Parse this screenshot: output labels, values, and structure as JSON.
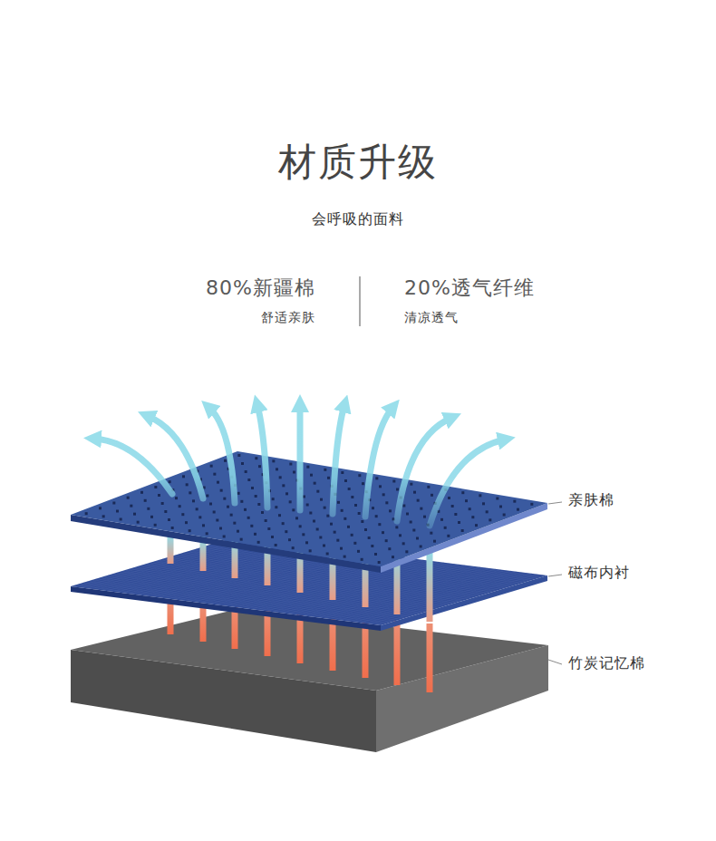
{
  "diagram": {
    "title": "材质升级",
    "labels": [
      "会呼吸的面料",
      "80%新疆棉",
      "舒适亲肤",
      "20%透气纤维",
      "清凉透气",
      "亲肤棉",
      "磁布内衬",
      "竹炭记忆棉"
    ]
  }
}
